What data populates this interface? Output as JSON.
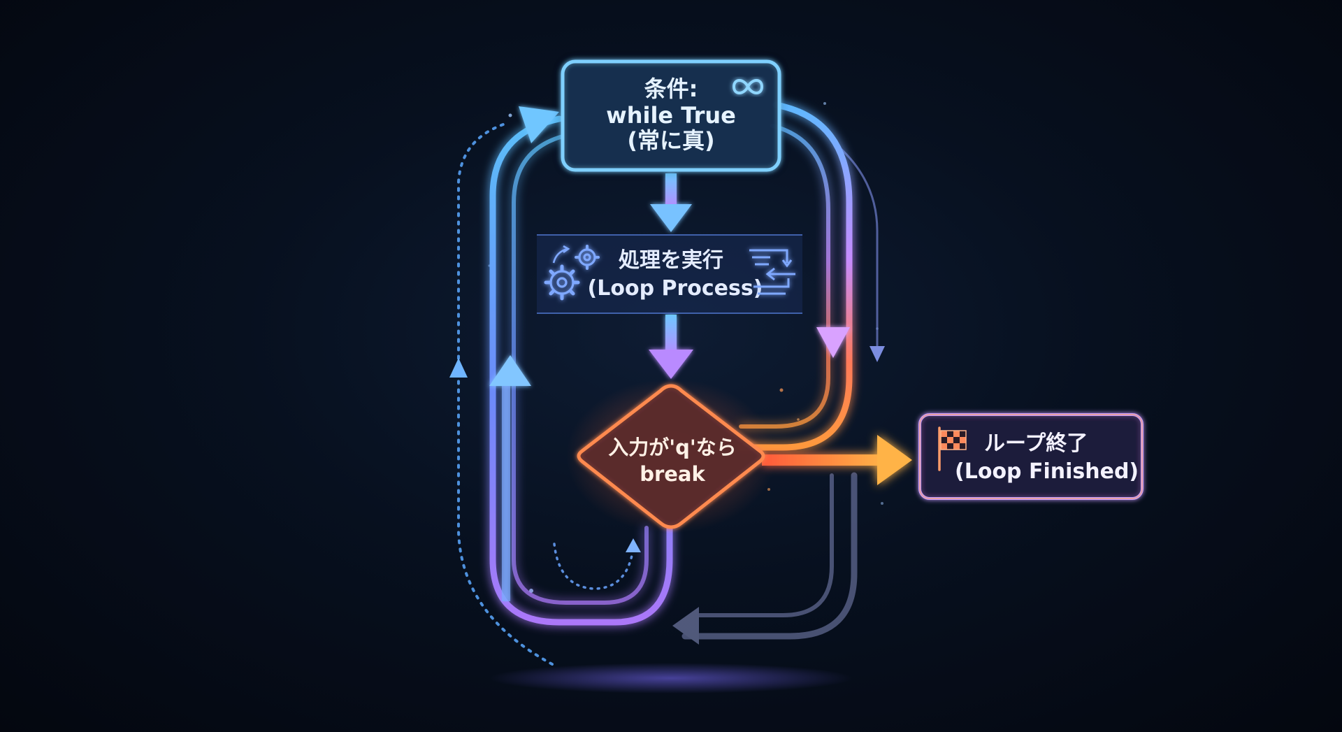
{
  "nodes": {
    "condition": {
      "line1": "条件:",
      "line2": "while True",
      "line3": "(常に真)",
      "icon": "infinity-icon"
    },
    "process": {
      "line1": "処理を実行",
      "line2": "(Loop Process)",
      "icons": [
        "gears-icon",
        "refresh-arrows-icon"
      ]
    },
    "decision": {
      "line1": "入力が'q'なら",
      "line2": "break"
    },
    "end": {
      "line1": "ループ終了",
      "line2": "(Loop Finished)",
      "icon": "checkered-flag-icon"
    }
  },
  "colors": {
    "blue": "#4fb3ff",
    "cyan": "#7cd0ff",
    "violet": "#a77bff",
    "pink": "#d58cff",
    "orange": "#ff8a3d",
    "gold": "#ffb54a",
    "grey": "#8a93b8"
  }
}
